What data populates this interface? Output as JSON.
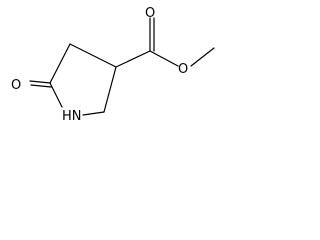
{
  "molecule": {
    "atoms": {
      "ketone_oxygen": "O",
      "ring_nitrogen": "HN",
      "carbonyl_oxygen": "O",
      "ester_oxygen": "O"
    }
  }
}
